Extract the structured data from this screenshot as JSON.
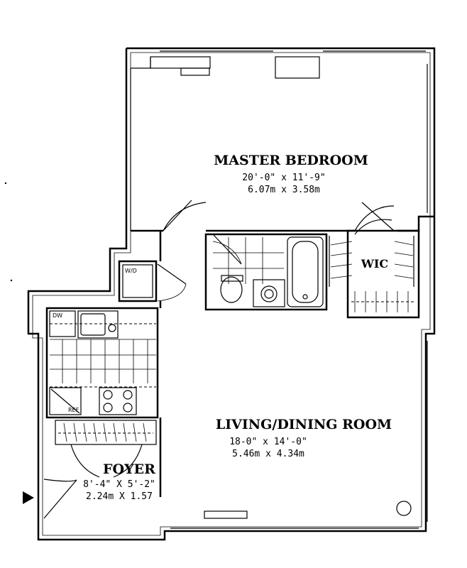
{
  "rooms": {
    "master_bedroom": {
      "name": "MASTER BEDROOM",
      "dim_imperial": "20'-0\" x 11'-9\"",
      "dim_metric": "6.07m x 3.58m"
    },
    "living_dining": {
      "name": "LIVING/DINING ROOM",
      "dim_imperial": "18-0\" x 14'-0\"",
      "dim_metric": "5.46m x 4.34m"
    },
    "foyer": {
      "name": "FOYER",
      "dim_imperial": "8'-4\" X 5'-2\"",
      "dim_metric": "2.24m X 1.57"
    },
    "wic": {
      "name": "WIC"
    }
  },
  "fixtures": {
    "washer_dryer": "W/D",
    "dishwasher": "DW",
    "refrigerator": "REF"
  },
  "entry_marker": "entry-arrow-icon"
}
